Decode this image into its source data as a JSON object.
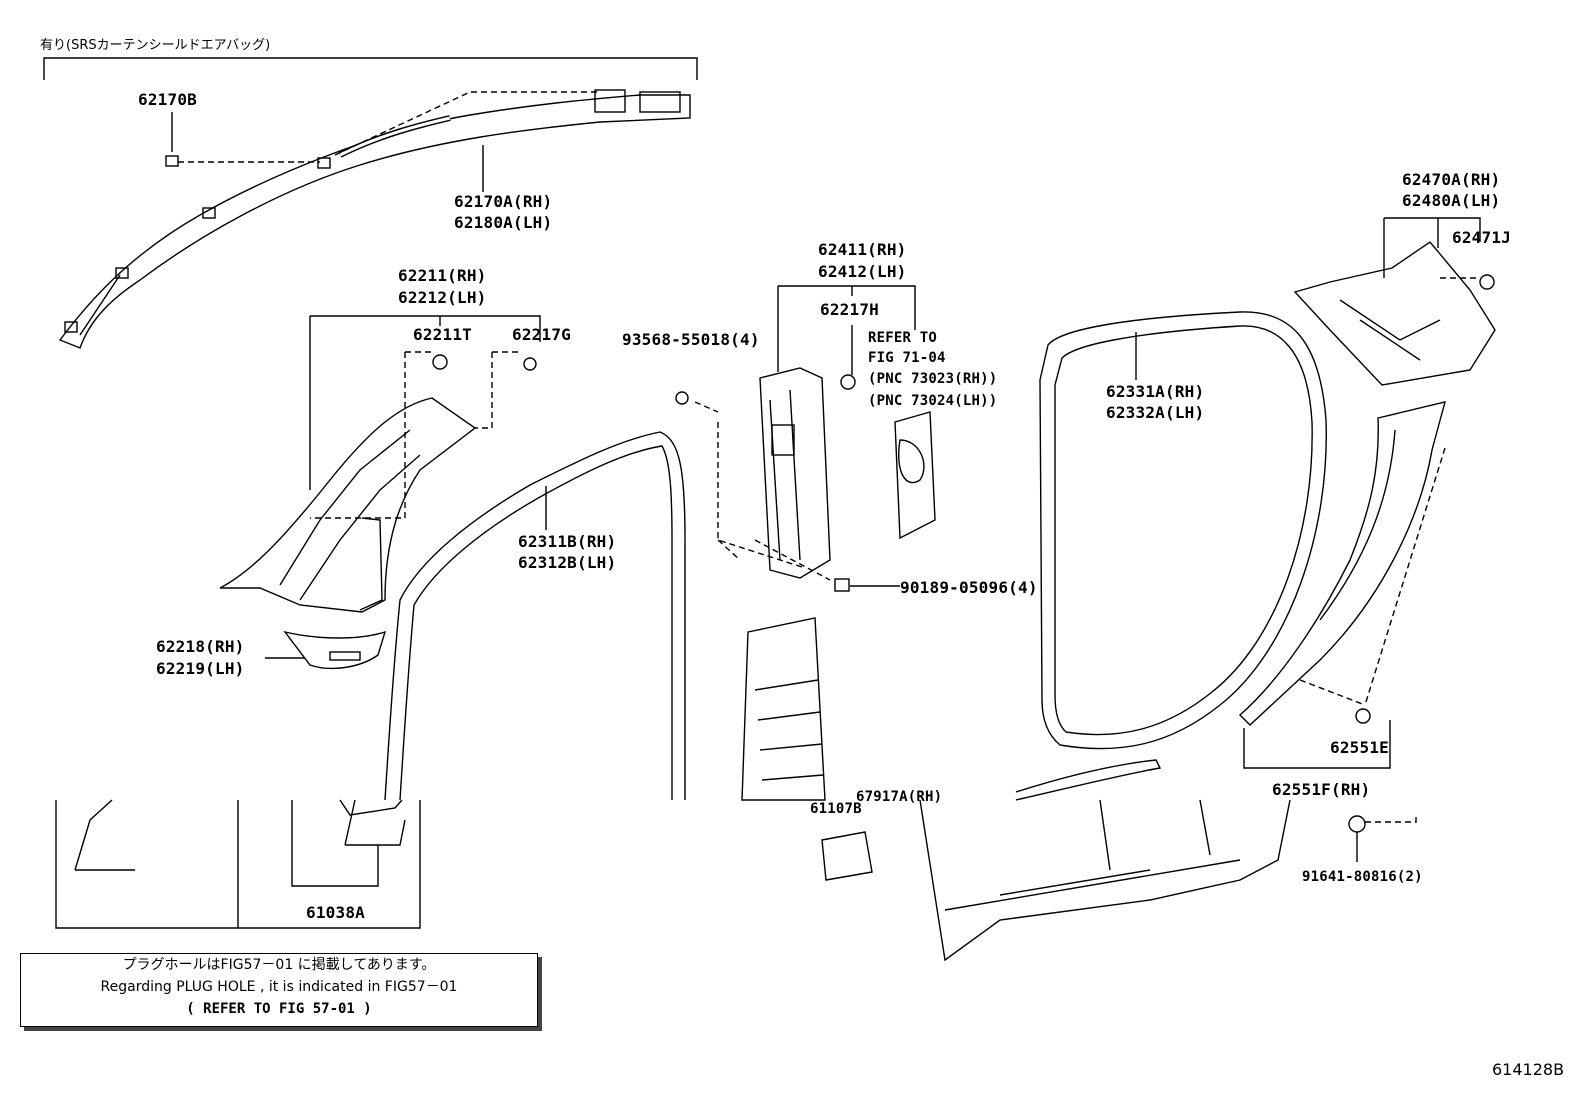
{
  "header": "有り(SRSカーテンシールドエアバッグ)",
  "labels": {
    "p62170B": "62170B",
    "p62170A": "62170A(RH)",
    "p62180A": "62180A(LH)",
    "p62211": "62211(RH)",
    "p62212": "62212(LH)",
    "p62211T": "62211T",
    "p62217G": "62217G",
    "p62218": "62218(RH)",
    "p62219": "62219(LH)",
    "p62411": "62411(RH)",
    "p62412": "62412(LH)",
    "p62217H": "62217H",
    "refer1": "REFER TO",
    "refer2": "FIG 71-04",
    "refer3": "(PNC 73023(RH))",
    "refer4": "(PNC 73024(LH))",
    "p93568": "93568-55018(4)",
    "p90189": "90189-05096(4)",
    "p62311B": "62311B(RH)",
    "p62312B": "62312B(LH)",
    "p62331A": "62331A(RH)",
    "p62332A": "62332A(LH)",
    "p62470A": "62470A(RH)",
    "p62480A": "62480A(LH)",
    "p62471J": "62471J",
    "p62551E": "62551E",
    "p62551F": "62551F(RH)",
    "p91641": "91641-80816(2)",
    "p61038A": "61038A",
    "p67917A": "67917A(RH)",
    "p61107B": "61107B"
  },
  "note": {
    "line1": "プラグホールはFIG57－01 に掲載してあります。",
    "line2": "Regarding PLUG HOLE , it is indicated in FIG57－01",
    "line3": "(  REFER TO FIG 57-01 )"
  },
  "figure_code": "614128B"
}
